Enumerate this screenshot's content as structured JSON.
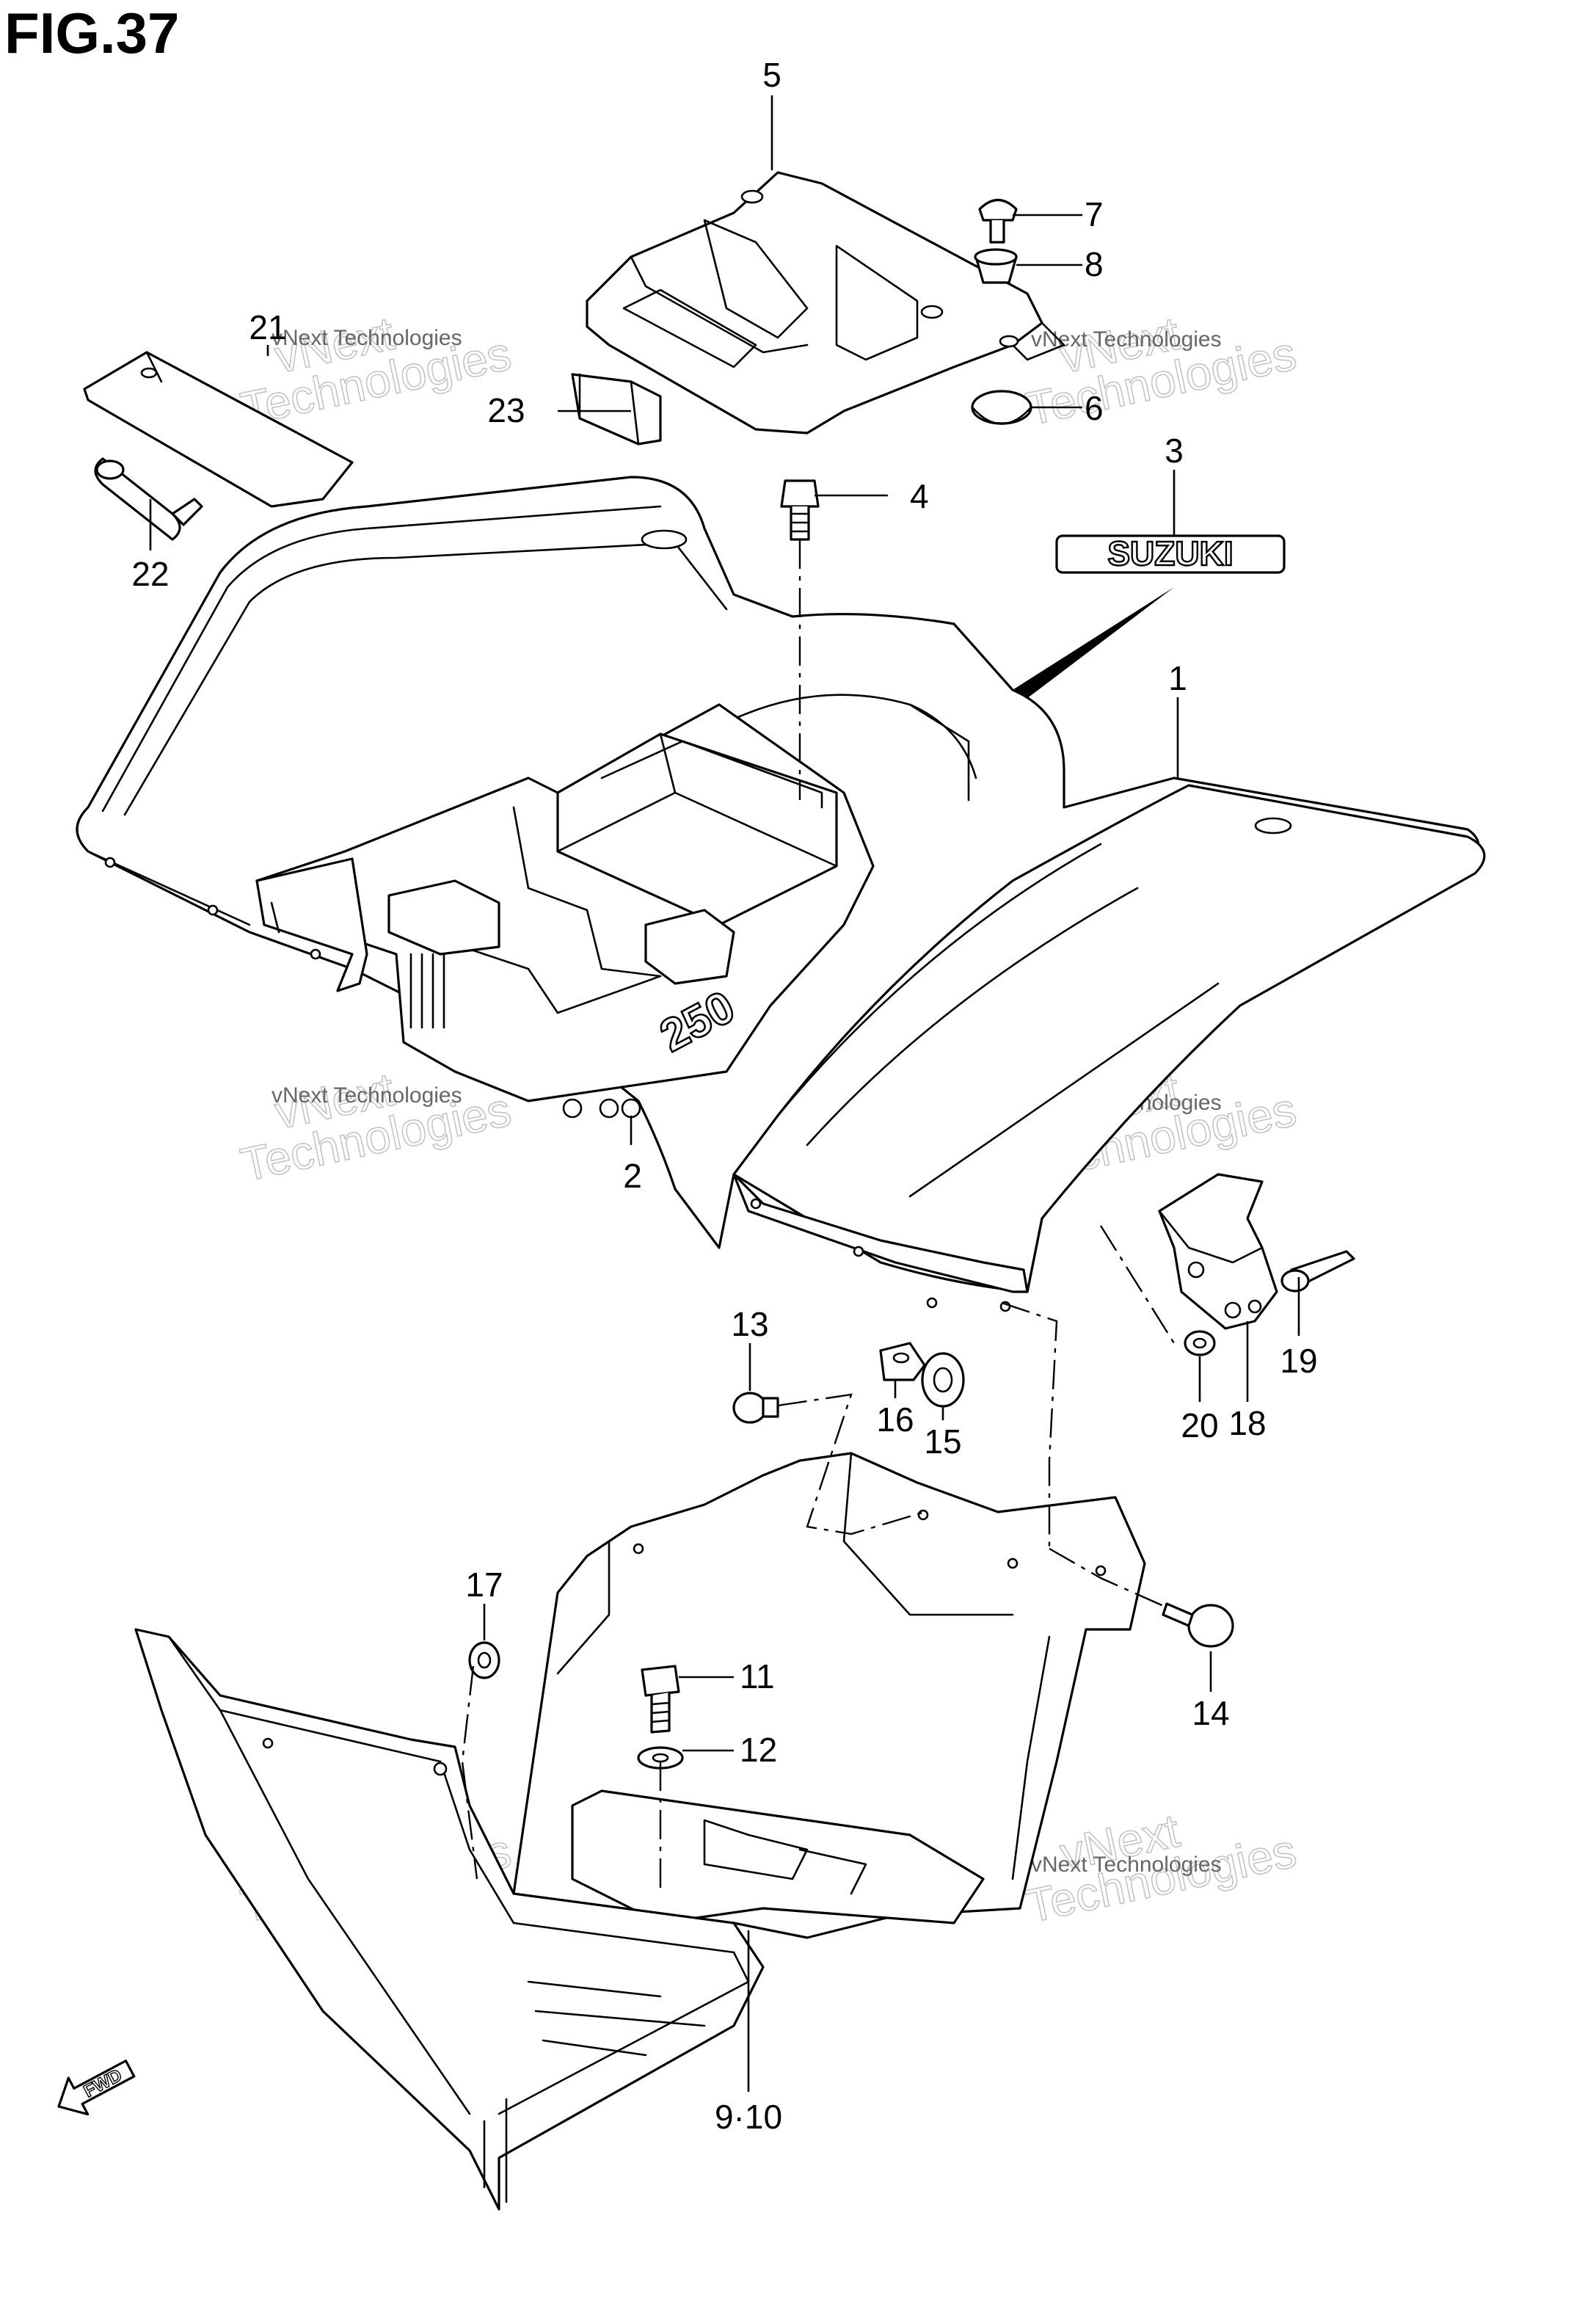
{
  "figure": {
    "title": "FIG.37"
  },
  "emblem": {
    "text": "SUZUKI"
  },
  "model_mark": {
    "text": "250"
  },
  "fwd_arrow": {
    "text": "FWD"
  },
  "watermark": {
    "line1": "vNext",
    "line2": "Technologies",
    "small": "vNext Technologies"
  },
  "callouts": [
    {
      "id": "c1",
      "label": "1"
    },
    {
      "id": "c2",
      "label": "2"
    },
    {
      "id": "c3",
      "label": "3"
    },
    {
      "id": "c4",
      "label": "4"
    },
    {
      "id": "c5",
      "label": "5"
    },
    {
      "id": "c6",
      "label": "6"
    },
    {
      "id": "c7",
      "label": "7"
    },
    {
      "id": "c8",
      "label": "8"
    },
    {
      "id": "c9",
      "label": "9·10"
    },
    {
      "id": "c11",
      "label": "11"
    },
    {
      "id": "c12",
      "label": "12"
    },
    {
      "id": "c13",
      "label": "13"
    },
    {
      "id": "c14",
      "label": "14"
    },
    {
      "id": "c15",
      "label": "15"
    },
    {
      "id": "c16",
      "label": "16"
    },
    {
      "id": "c17",
      "label": "17"
    },
    {
      "id": "c18",
      "label": "18"
    },
    {
      "id": "c19",
      "label": "19"
    },
    {
      "id": "c20",
      "label": "20"
    },
    {
      "id": "c21",
      "label": "21"
    },
    {
      "id": "c22",
      "label": "22"
    },
    {
      "id": "c23",
      "label": "23"
    }
  ]
}
